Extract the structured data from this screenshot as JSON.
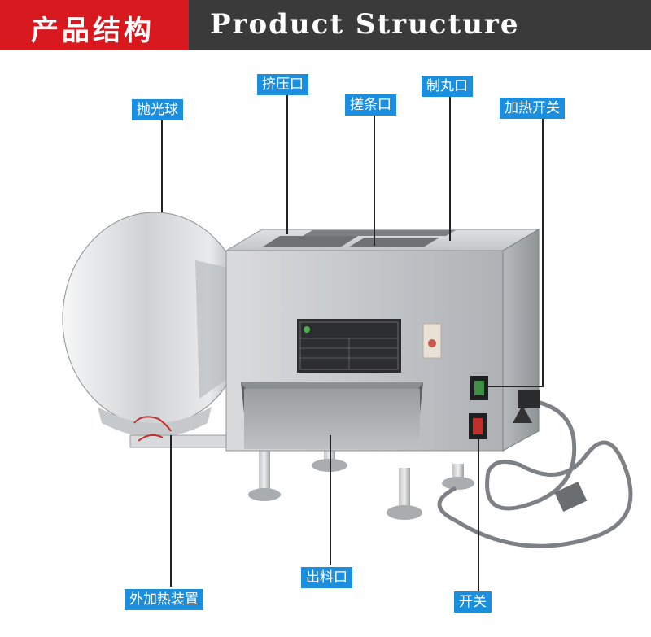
{
  "header": {
    "title_cn": "产品结构",
    "title_en": "Product Structure"
  },
  "labels": {
    "polish_ball": "抛光球",
    "extrusion_port": "挤压口",
    "strip_port": "搓条口",
    "pill_port": "制丸口",
    "heating_switch": "加热开关",
    "external_heater": "外加热装置",
    "outlet_port": "出料口",
    "switch": "开关"
  },
  "colors": {
    "header_red": "#d7191f",
    "header_dark": "#3a3a3a",
    "label_blue": "#1b8fde"
  }
}
